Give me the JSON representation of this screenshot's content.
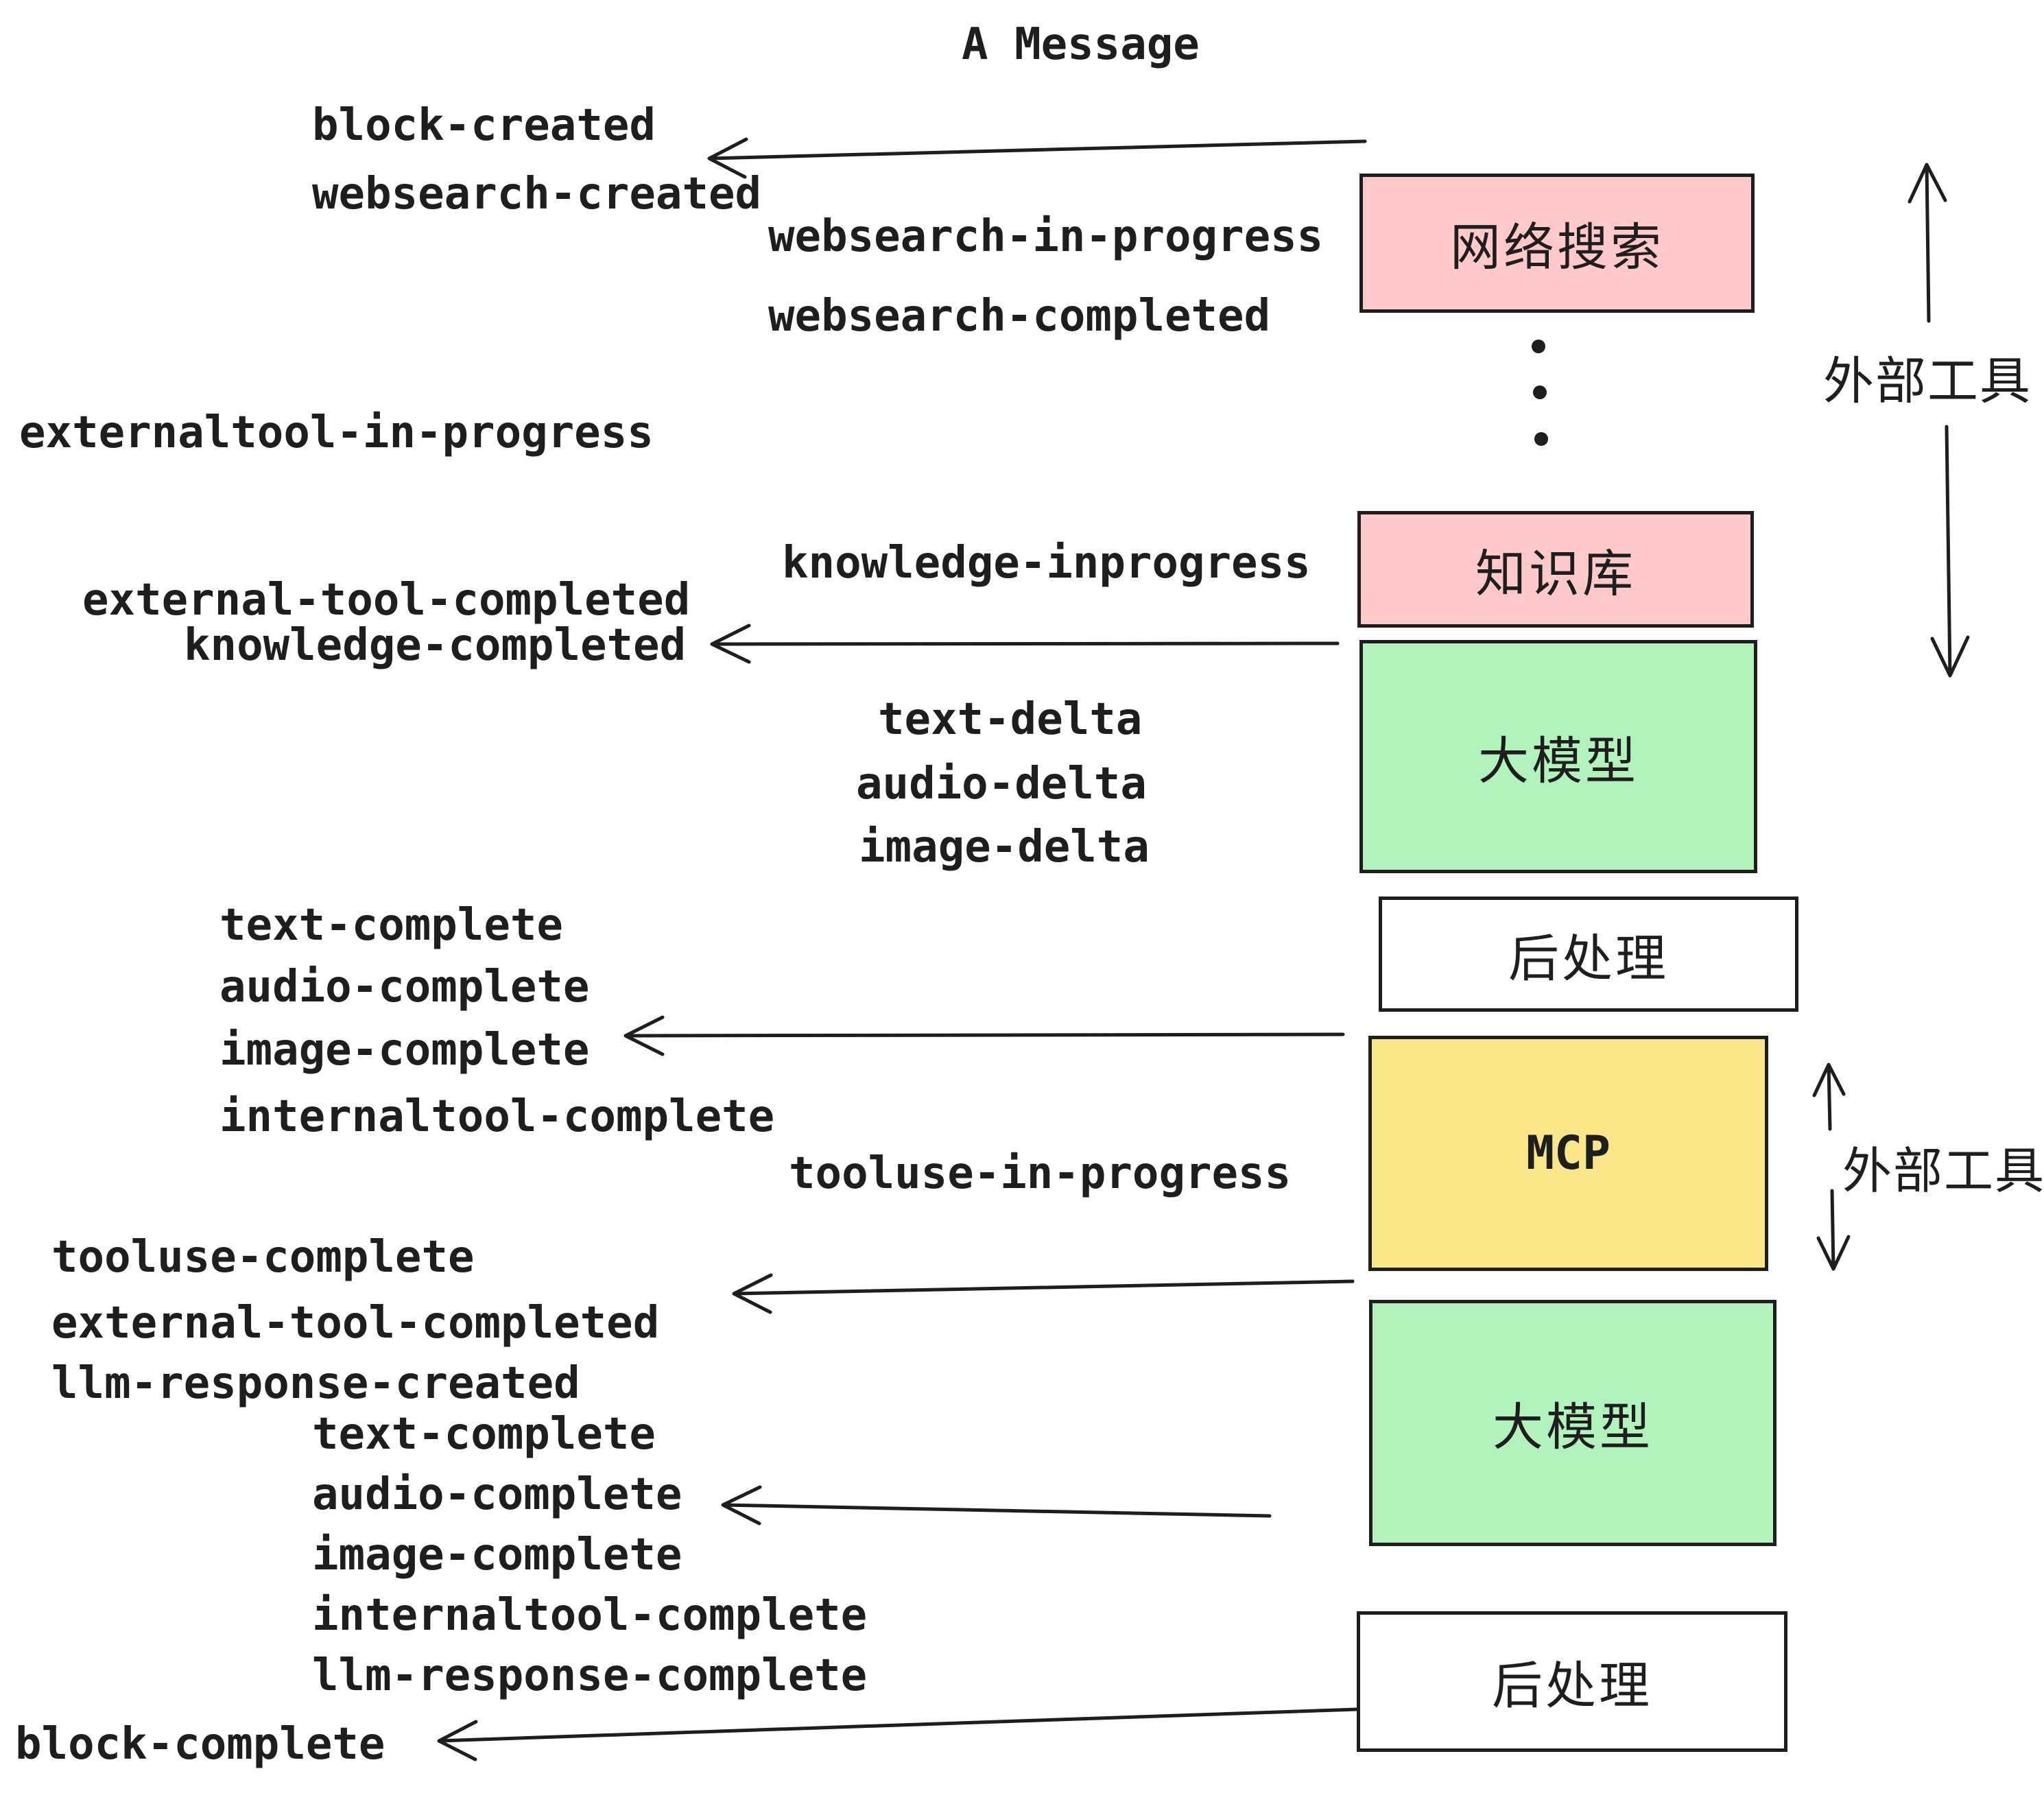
{
  "title": "A Message",
  "boxes": {
    "websearch": "网络搜索",
    "knowledge": "知识库",
    "llm_top": "大模型",
    "post_top": "后处理",
    "mcp": "MCP",
    "llm_bottom": "大模型",
    "post_bottom": "后处理"
  },
  "side_labels": {
    "external_tools_top": "外部工具",
    "external_tools_bottom": "外部工具"
  },
  "events": {
    "block_created": "block-created",
    "websearch_created": "websearch-created",
    "websearch_in_progress": "websearch-in-progress",
    "websearch_completed": "websearch-completed",
    "externaltool_in_progress": "externaltool-in-progress",
    "knowledge_inprogress": "knowledge-inprogress",
    "external_tool_completed_1": "external-tool-completed",
    "knowledge_completed": "knowledge-completed",
    "text_delta_1": "text-delta",
    "audio_delta_1": "audio-delta",
    "image_delta_1": "image-delta",
    "text_complete_1": "text-complete",
    "audio_complete_1": "audio-complete",
    "image_complete_1": "image-complete",
    "internaltool_complete_1": "internaltool-complete",
    "tooluse_in_progress": "tooluse-in-progress",
    "tooluse_complete": "tooluse-complete",
    "external_tool_completed_2": "external-tool-completed",
    "llm_response_created": "llm-response-created",
    "text_complete_2": "text-complete",
    "audio_complete_2": "audio-complete",
    "image_complete_2": "image-complete",
    "internaltool_complete_2": "internaltool-complete",
    "llm_response_complete": "llm-response-complete",
    "block_complete": "block-complete"
  },
  "icons": {
    "ellipsis_dots": "vertical-ellipsis",
    "arrows": "left-pointing-flow-arrows"
  },
  "colors": {
    "pink": "#ffc9c9",
    "green": "#b2f2bb",
    "yellow": "#fae588",
    "white": "#ffffff",
    "stroke": "#1e1e1e",
    "background": "#ffffff"
  }
}
